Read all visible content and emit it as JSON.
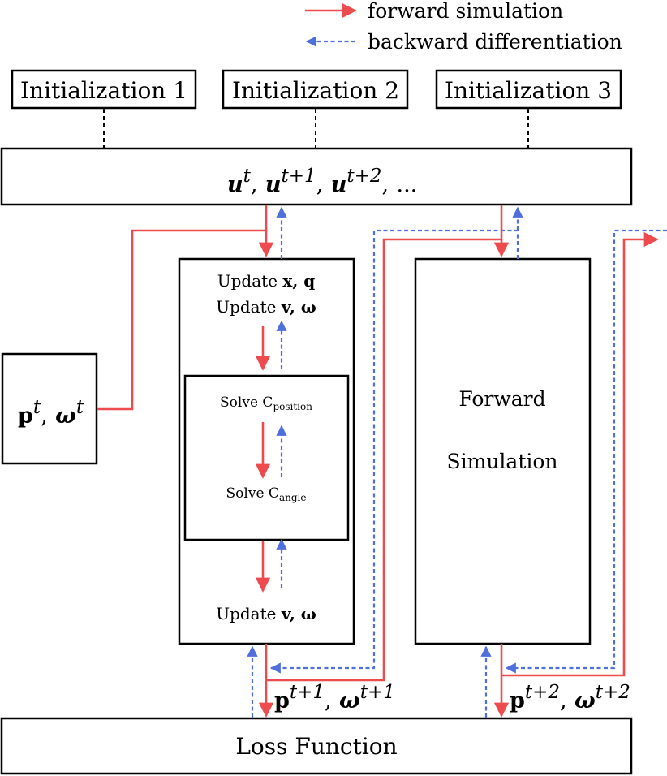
{
  "legend": {
    "forward": "forward simulation",
    "backward": "backward differentiation"
  },
  "init_boxes": [
    "Initialization 1",
    "Initialization 2",
    "Initialization 3"
  ],
  "controls": {
    "u": "u",
    "sup1": "t",
    "sup2": "t+1",
    "sup3": "t+2",
    "sep": ",",
    "ellipsis": "..."
  },
  "initial_state": {
    "p": "p",
    "p_sup": "t",
    "sep": ",",
    "omega": "ω",
    "omega_sup": "t"
  },
  "step_block": {
    "update_xq_prefix": "Update",
    "update_xq_vars": "x, q",
    "update_vw_prefix": "Update",
    "update_vw_vars": "v, ω",
    "solve_position": "Solve C",
    "solve_position_sub": "position",
    "solve_angle": "Solve C",
    "solve_angle_sub": "angle",
    "update_vw_bottom_prefix": "Update",
    "update_vw_bottom_vars": "v, ω"
  },
  "forward_sim": {
    "line1": "Forward",
    "line2": "Simulation"
  },
  "outputs": {
    "out1_p": "p",
    "out1_p_sup": "t+1",
    "out1_sep": ",",
    "out1_omega": "ω",
    "out1_omega_sup": "t+1",
    "out2_p": "p",
    "out2_p_sup": "t+2",
    "out2_sep": ",",
    "out2_omega": "ω",
    "out2_omega_sup": "t+2"
  },
  "loss": "Loss Function",
  "colors": {
    "forward": "#ee4b4f",
    "backward": "#4f6fdc",
    "outline": "#000000"
  }
}
